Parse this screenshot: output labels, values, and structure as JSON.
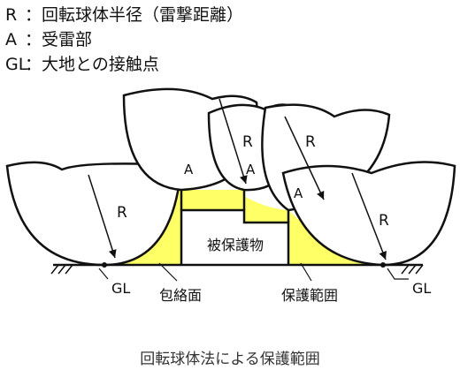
{
  "legend": [
    {
      "key": "R",
      "sep": "：",
      "text": "回転球体半径（雷撃距離）"
    },
    {
      "key": "A",
      "sep": "：",
      "text": "受雷部"
    },
    {
      "key": "GL",
      "sep": "：",
      "text": "大地との接触点"
    }
  ],
  "diagram": {
    "radius_label": "R",
    "strike_label": "A",
    "building_label": "被保護物",
    "ground_label": "GL",
    "envelope_label": "包絡面",
    "protection_label": "保護範囲",
    "colors": {
      "protected_fill": "#ffff66",
      "line": "#111111",
      "building_fill": "#ffffff"
    }
  },
  "caption": "回転球体法による保護範囲"
}
